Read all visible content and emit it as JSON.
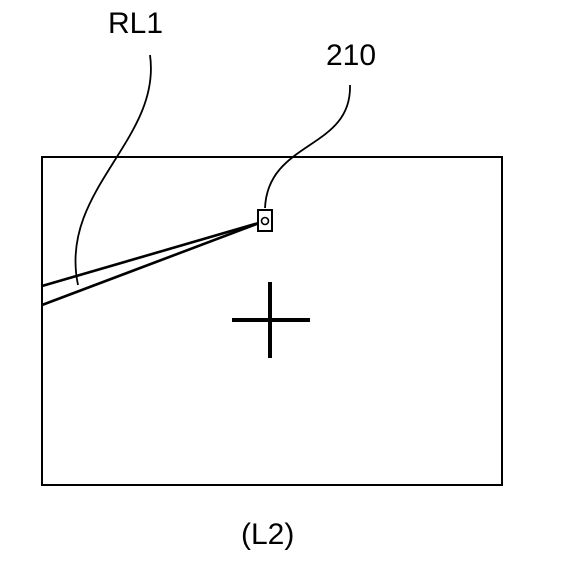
{
  "diagram": {
    "labels": {
      "ray_label": "RL1",
      "object_label": "210",
      "view_caption": "(L2)"
    },
    "colors": {
      "stroke": "#000000",
      "background": "#ffffff"
    }
  }
}
